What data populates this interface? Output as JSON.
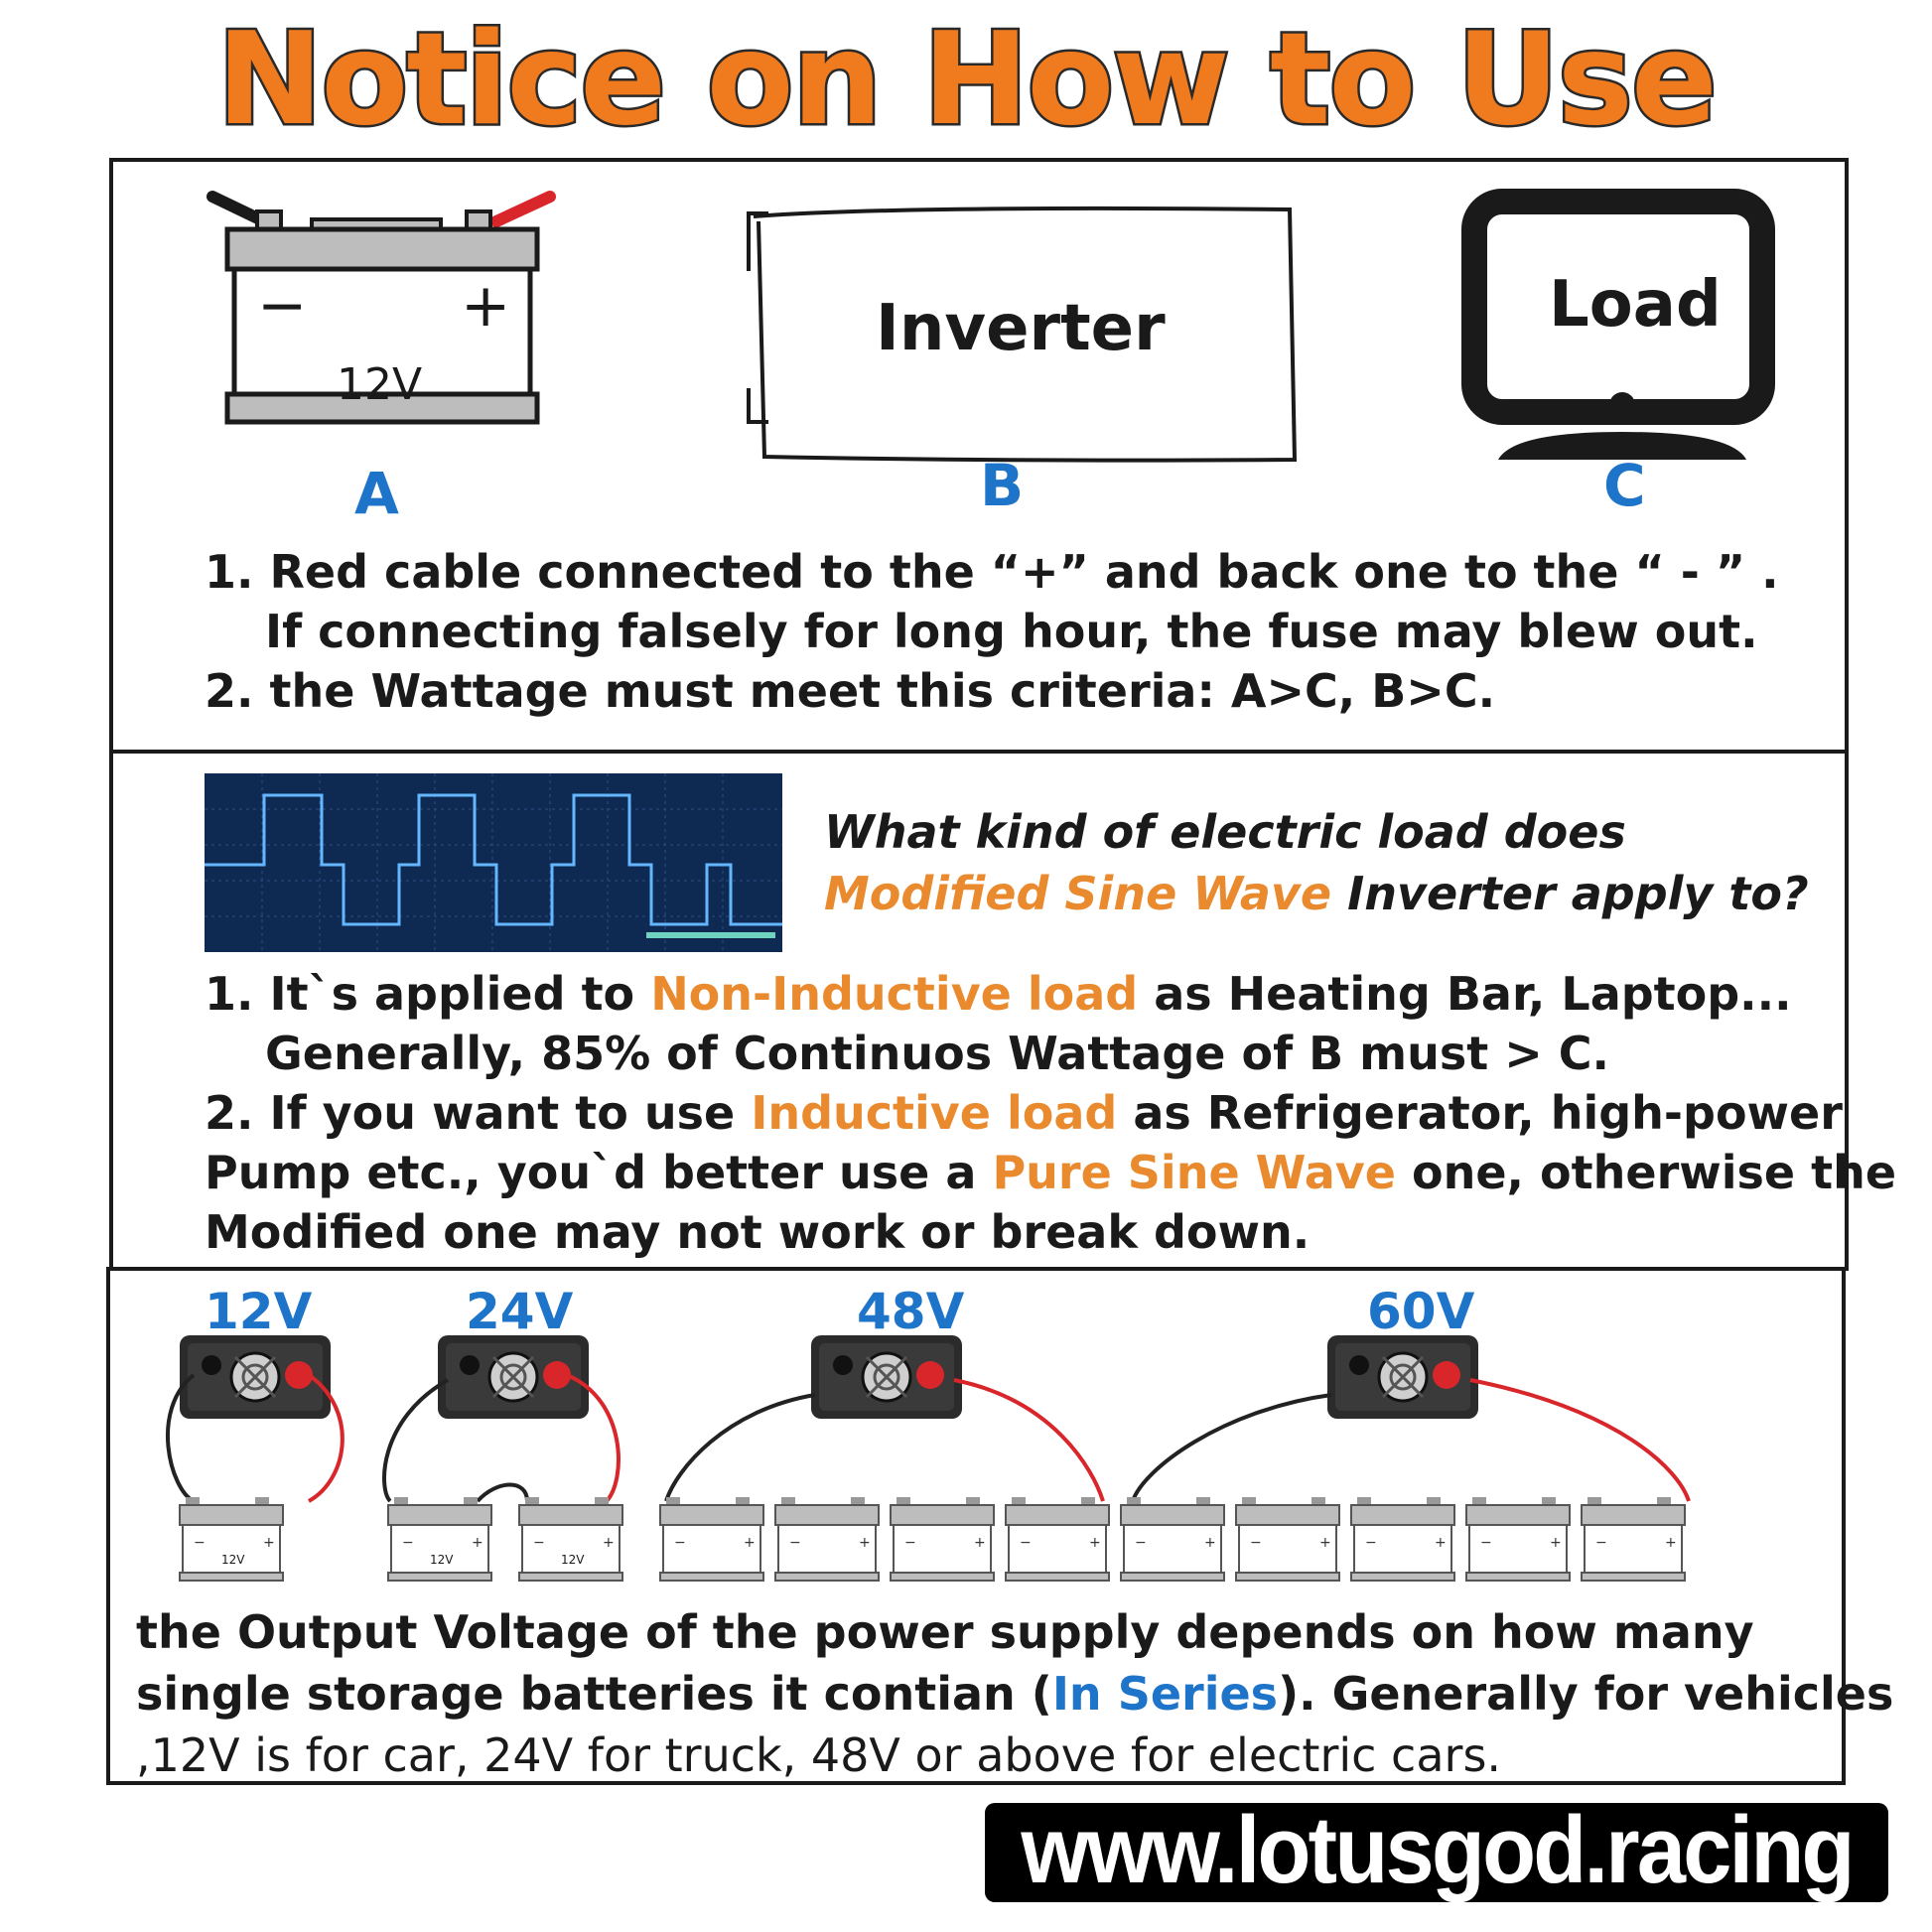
{
  "title": "Notice on How to Use",
  "section1": {
    "battery": {
      "minus": "−",
      "plus": "+",
      "voltage": "12V"
    },
    "inverter_label": "Inverter",
    "load_label": "Load",
    "letters": [
      "A",
      "B",
      "C"
    ],
    "line1": "1. Red cable connected to the “+” and back one to the “ - ” .",
    "line2": "If connecting falsely for long hour, the fuse may blew out.",
    "line3": "2. the Wattage must meet this criteria: A>C, B>C."
  },
  "section2": {
    "question_line1": "What kind of electric load does",
    "question_highlight": "Modified Sine Wave",
    "question_rest": " Inverter apply to?",
    "l1_pre": "1. It`s applied to ",
    "l1_hl": "Non-Inductive load",
    "l1_post": " as Heating Bar, Laptop...",
    "l2": "Generally, 85% of Continuos Wattage of B must > C.",
    "l3_pre": "2. If you want to use ",
    "l3_hl": "Inductive load",
    "l3_post": " as Refrigerator, high-power",
    "l4_pre": "Pump etc., you`d better use a ",
    "l4_hl": "Pure Sine Wave",
    "l4_post": " one, otherwise the",
    "l5": "Modified one may not work or break down."
  },
  "section3": {
    "voltages": [
      "12V",
      "24V",
      "48V",
      "60V"
    ],
    "battery_label": "12V",
    "l1": "the Output Voltage of the power supply depends on how many",
    "l2_pre": "single storage batteries it contian (",
    "l2_hl": "In Series",
    "l2_post": "). Generally for vehicles",
    "l3": ",12V is for car, 24V for truck, 48V or above for electric cars."
  },
  "footer_url": "www.lotusgod.racing",
  "colors": {
    "title": "#f07a1e",
    "label_blue": "#1e74c8",
    "highlight_orange": "#ea8a2e",
    "scope_bg": "#0f2a52",
    "wave": "#63b6ff",
    "red_cable": "#d8262b"
  }
}
